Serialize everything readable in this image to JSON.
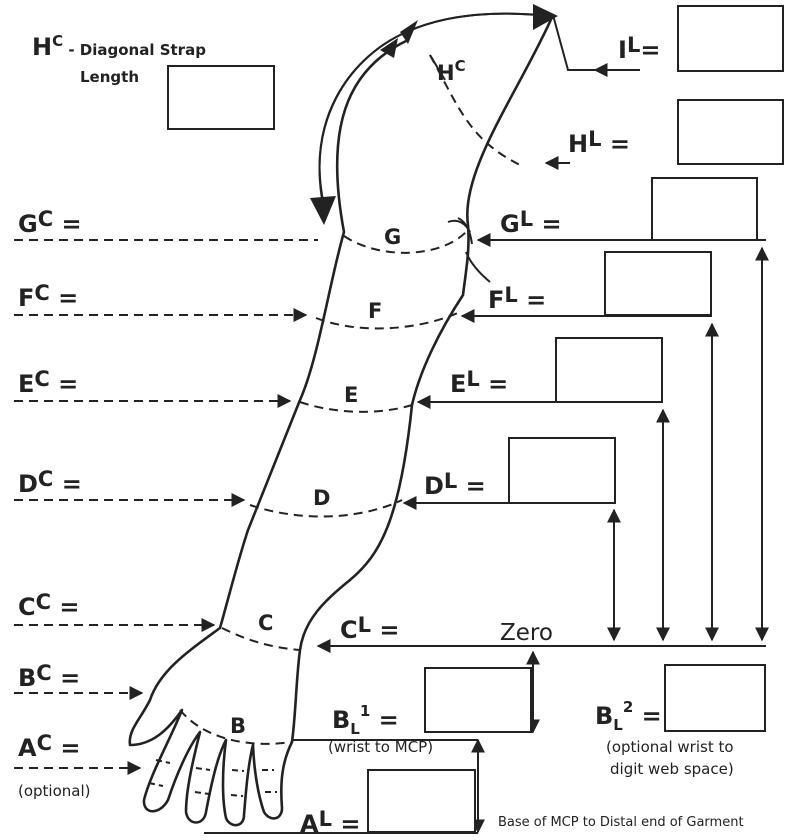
{
  "title": {
    "main": "H",
    "sup": "C",
    "rest": " - Diagonal Strap",
    "line2": "Length"
  },
  "circumference": [
    {
      "main": "G",
      "sup": "C",
      "eq": " ="
    },
    {
      "main": "F",
      "sup": "C",
      "eq": " ="
    },
    {
      "main": "E",
      "sup": "C",
      "eq": " ="
    },
    {
      "main": "D",
      "sup": "C",
      "eq": " ="
    },
    {
      "main": "C",
      "sup": "C",
      "eq": " ="
    },
    {
      "main": "B",
      "sup": "C",
      "eq": " ="
    },
    {
      "main": "A",
      "sup": "C",
      "eq": " ="
    }
  ],
  "optional_note": "(optional)",
  "length": [
    {
      "main": "I",
      "sup": "L",
      "eq": "="
    },
    {
      "main": "H",
      "sup": "L",
      "eq": " ="
    },
    {
      "main": "G",
      "sup": "L",
      "eq": " ="
    },
    {
      "main": "F",
      "sup": "L",
      "eq": " ="
    },
    {
      "main": "E",
      "sup": "L",
      "eq": " ="
    },
    {
      "main": "D",
      "sup": "L",
      "eq": " ="
    },
    {
      "main": "C",
      "sup": "L",
      "eq": " ="
    },
    {
      "main": "A",
      "sup": "L",
      "eq": " ="
    }
  ],
  "b1": {
    "main": "B",
    "sub": "L",
    "sup": "1",
    "eq": " =",
    "note": "(wrist to MCP)"
  },
  "b2": {
    "main": "B",
    "sub": "L",
    "sup": "2",
    "eq": " =",
    "note1": "(optional wrist to",
    "note2": "digit web space)"
  },
  "arm_letters": {
    "hc": "H",
    "hc_sup": "C",
    "g": "G",
    "f": "F",
    "e": "E",
    "d": "D",
    "c": "C",
    "b": "B"
  },
  "zero_label": "Zero",
  "footer_note": "Base of MCP to Distal end of Garment"
}
